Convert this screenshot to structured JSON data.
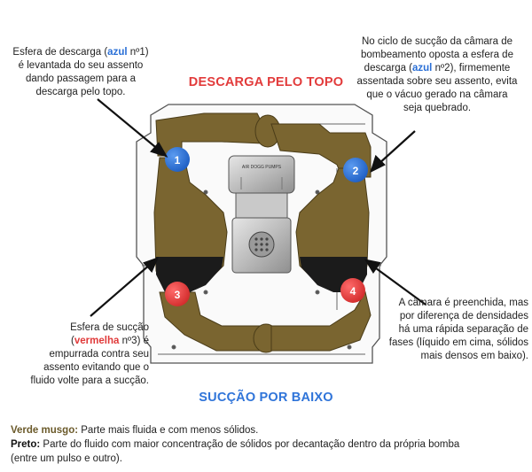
{
  "headings": {
    "top": "DESCARGA PELO TOPO",
    "bottom": "SUCÇÃO POR BAIXO"
  },
  "diagram": {
    "pump_label": "AIR DOGG PUMPS",
    "balls": [
      {
        "number": "1",
        "color": "#2f74d9"
      },
      {
        "number": "2",
        "color": "#2f74d9"
      },
      {
        "number": "3",
        "color": "#e84141"
      },
      {
        "number": "4",
        "color": "#e84141"
      }
    ],
    "fluid_color": "#7a6530",
    "solids_color": "#1b1b1b"
  },
  "notes": {
    "n1": {
      "pre": "Esfera de descarga (",
      "highlight": "azul",
      "post_line1": " nº1)",
      "line2": "é levantada do seu assento",
      "line3": "dando passagem para a",
      "line4": "descarga pelo topo."
    },
    "n2": {
      "line1": "No ciclo de sucção da câmara de",
      "line2": "bombeamento oposta a esfera de",
      "pre3": "descarga (",
      "highlight": "azul",
      "post3": " nº2), firmemente",
      "line4": "assentada sobre seu assento, evita",
      "line5": "que o vácuo gerado na câmara",
      "line6": "seja quebrado."
    },
    "n3": {
      "line1": "Esfera de sucção",
      "pre2": "(",
      "highlight": "vermelha",
      "post2": " nº3) é",
      "line3": "empurrada contra seu",
      "line4": "assento evitando que o",
      "line5": "fluido volte para a sucção."
    },
    "n4": {
      "line1": "A câmara é preenchida, mas",
      "line2": "por diferença de densidades",
      "line3": "há uma rápida separação de",
      "line4": "fases (líquido em cima, sólidos",
      "line5": "mais densos em baixo)."
    }
  },
  "legend": {
    "verde_label": "Verde musgo:",
    "verde_text": " Parte mais fluida e com menos sólidos.",
    "preto_label": "Preto:",
    "preto_text": " Parte do fluido com maior concentração de sólidos por decantação dentro da própria bomba",
    "preto_text2": "(entre um pulso e outro)."
  }
}
